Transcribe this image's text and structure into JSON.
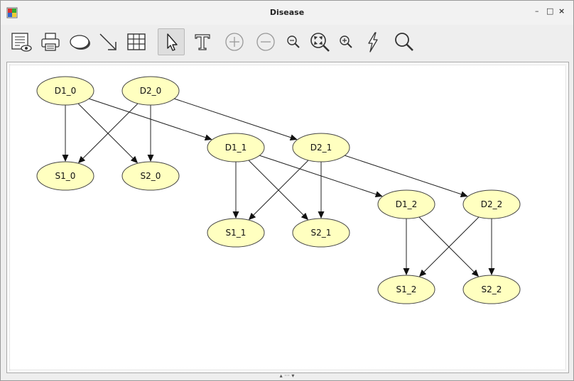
{
  "window": {
    "title": "Disease",
    "controls": {
      "minimize": "–",
      "maximize": "□",
      "close": "×"
    }
  },
  "toolbar": {
    "tools": [
      {
        "name": "view-list-icon",
        "selected": false
      },
      {
        "name": "print-icon",
        "selected": false
      },
      {
        "name": "ellipse-icon",
        "selected": false
      },
      {
        "name": "arrow-icon",
        "selected": false
      },
      {
        "name": "table-icon",
        "selected": false
      },
      {
        "name": "pointer-icon",
        "selected": true
      },
      {
        "name": "text-icon",
        "selected": false
      },
      {
        "name": "add-circle-icon",
        "selected": false
      },
      {
        "name": "remove-circle-icon",
        "selected": false
      },
      {
        "name": "zoom-out-icon",
        "selected": false
      },
      {
        "name": "zoom-fit-icon",
        "selected": false
      },
      {
        "name": "zoom-in-icon",
        "selected": false
      },
      {
        "name": "lightning-icon",
        "selected": false
      },
      {
        "name": "search-icon",
        "selected": false
      }
    ]
  },
  "graph": {
    "node_fill": "#ffffc0",
    "nodes": [
      "D1_0",
      "D2_0",
      "S1_0",
      "S2_0",
      "D1_1",
      "D2_1",
      "S1_1",
      "S2_1",
      "D1_2",
      "D2_2",
      "S1_2",
      "S2_2"
    ],
    "edges": [
      [
        "D1_0",
        "S1_0"
      ],
      [
        "D1_0",
        "S2_0"
      ],
      [
        "D1_0",
        "D1_1"
      ],
      [
        "D2_0",
        "S1_0"
      ],
      [
        "D2_0",
        "S2_0"
      ],
      [
        "D2_0",
        "D2_1"
      ],
      [
        "D1_1",
        "S1_1"
      ],
      [
        "D1_1",
        "S2_1"
      ],
      [
        "D1_1",
        "D1_2"
      ],
      [
        "D2_1",
        "S1_1"
      ],
      [
        "D2_1",
        "S2_1"
      ],
      [
        "D2_1",
        "D2_2"
      ],
      [
        "D1_2",
        "S1_2"
      ],
      [
        "D1_2",
        "S2_2"
      ],
      [
        "D2_2",
        "S1_2"
      ],
      [
        "D2_2",
        "S2_2"
      ]
    ]
  },
  "splitter": {
    "label": "▴ ··· ▾"
  }
}
